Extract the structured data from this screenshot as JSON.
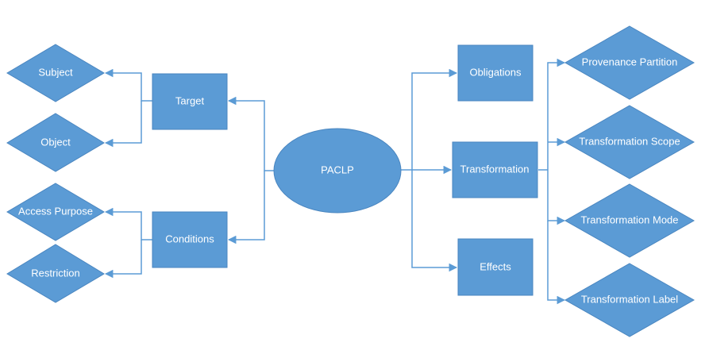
{
  "diagram": {
    "center": {
      "label": "PACLP"
    },
    "left": {
      "target": {
        "label": "Target",
        "children": [
          "Subject",
          "Object"
        ]
      },
      "conditions": {
        "label": "Conditions",
        "children": [
          "Access Purpose",
          "Restriction"
        ]
      }
    },
    "right": {
      "obligations": {
        "label": "Obligations"
      },
      "transformation": {
        "label": "Transformation",
        "children": [
          "Provenance Partition",
          "Transformation Scope",
          "Transformation Mode",
          "Transformation Label"
        ]
      },
      "effects": {
        "label": "Effects"
      }
    },
    "colors": {
      "fill": "#5b9bd5",
      "stroke": "#4a86c0",
      "text": "#ffffff"
    }
  }
}
